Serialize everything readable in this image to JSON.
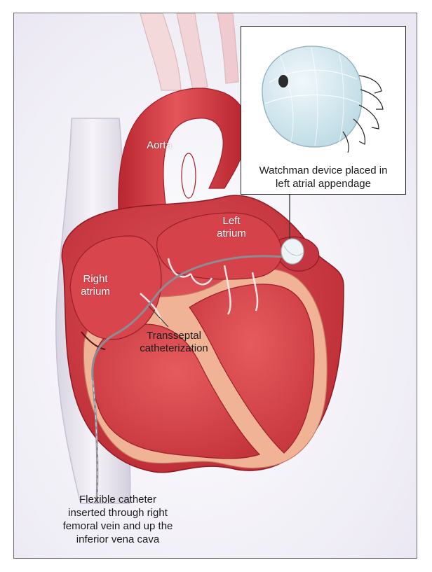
{
  "labels": {
    "aorta": "Aorta",
    "left_atrium": [
      "Left",
      "atrium"
    ],
    "right_atrium": [
      "Right",
      "atrium"
    ],
    "transseptal": [
      "Transseptal",
      "catheterization"
    ],
    "flexible_catheter": [
      "Flexible catheter",
      "inserted through right",
      "femoral vein and up the",
      "inferior vena cava"
    ]
  },
  "inset": {
    "caption": [
      "Watchman device placed in",
      "left atrial appendage"
    ]
  },
  "colors": {
    "heart_red": "#c8323b",
    "heart_light": "#e25a5c",
    "myocardium": "#f2b79a",
    "vein": "#e9e4ef",
    "device": "#cfe6ef"
  }
}
